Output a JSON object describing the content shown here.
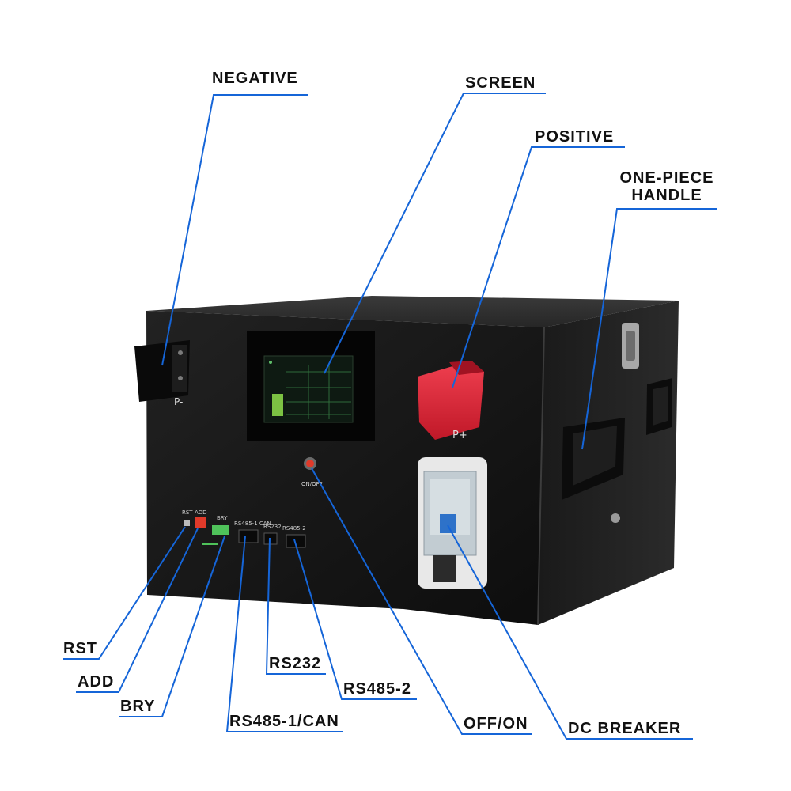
{
  "callouts": {
    "negative": "NEGATIVE",
    "screen": "SCREEN",
    "positive": "POSITIVE",
    "handle_line1": "ONE-PIECE",
    "handle_line2": "HANDLE",
    "rst": "RST",
    "add": "ADD",
    "bry": "BRY",
    "rs485_1_can": "RS485-1/CAN",
    "rs232": "RS232",
    "rs485_2": "RS485-2",
    "off_on": "OFF/ON",
    "dc_breaker": "DC BREAKER"
  },
  "panel_labels": {
    "p_minus": "P-",
    "p_plus": "P+",
    "on_off": "ON/OFF",
    "rst": "RST",
    "add": "ADD",
    "bry": "BRY",
    "rs485_1_can": "RS485-1 CAN",
    "rs232": "RS232",
    "rs485_2": "RS485-2"
  },
  "colors": {
    "leader_line": "#1565d8",
    "cabinet_front": "#141414",
    "cabinet_side": "#1c1c1c",
    "cabinet_top": "#2a2a2a",
    "positive_cover": "#e0283a",
    "screen_glow": "#7cc243",
    "breaker_body": "#e8e8e8"
  }
}
